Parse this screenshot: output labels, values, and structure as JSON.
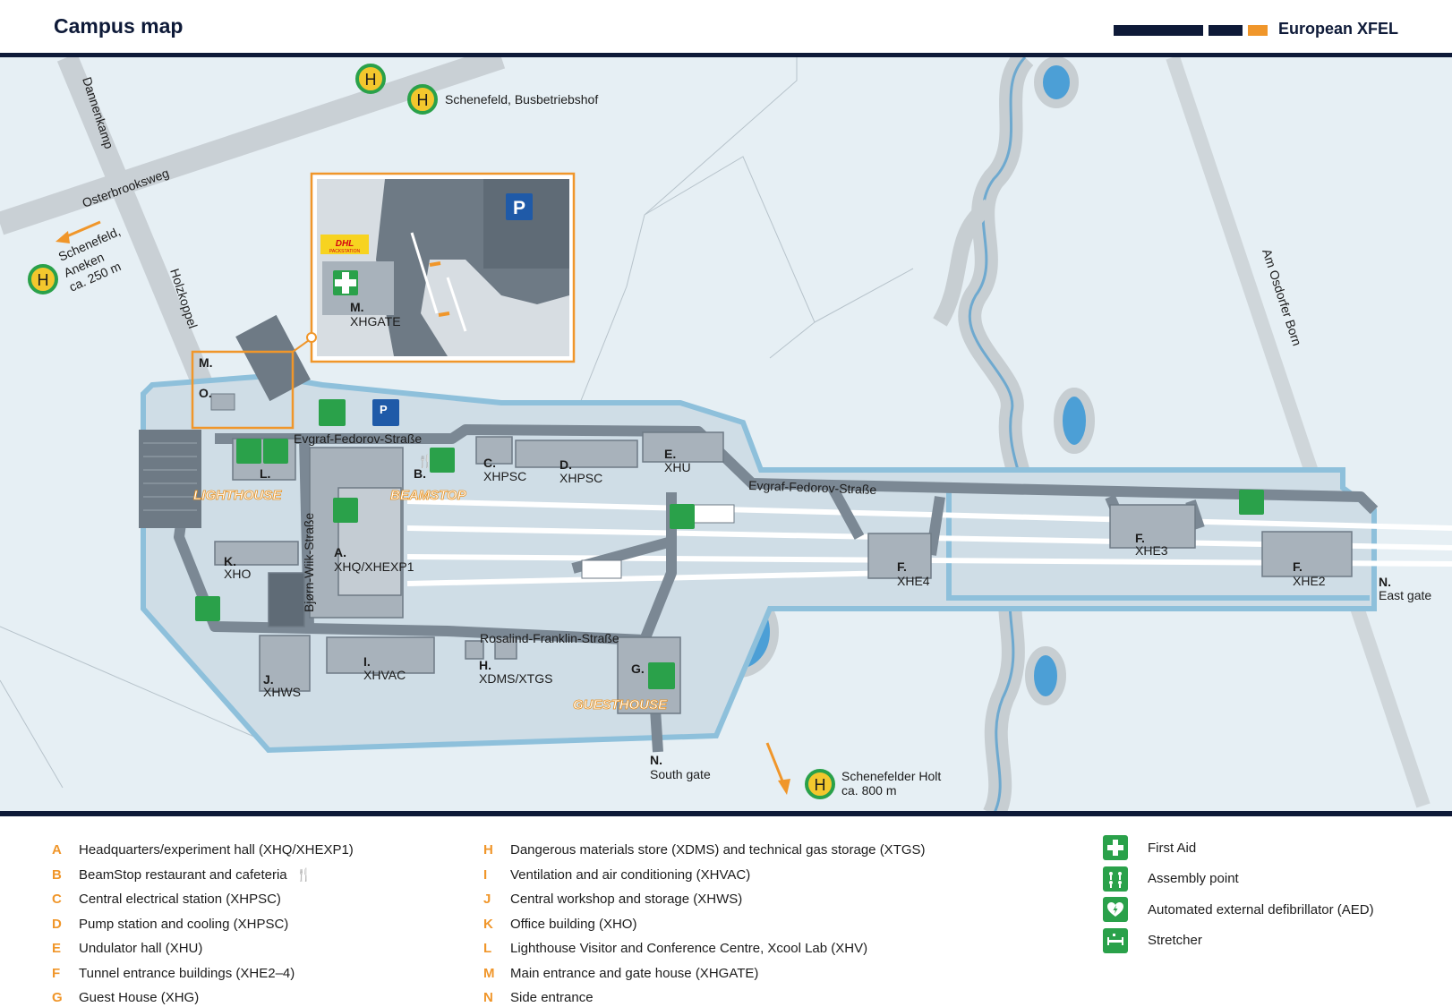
{
  "header": {
    "title": "Campus map",
    "brand": "European XFEL",
    "colors": {
      "navy": "#0e1a38",
      "orange": "#f0962a"
    }
  },
  "map": {
    "roads": {
      "dannenkamp": "Dannenkamp",
      "osterbrooksweg": "Osterbrooksweg",
      "holzkoppel": "Holzkoppel",
      "evgraf_west": "Evgraf-Fedorov-Straße",
      "evgraf_east": "Evgraf-Fedorov-Straße",
      "bjorn": "Bjørn-Wiik-Straße",
      "rosalind": "Rosalind-Franklin-Straße",
      "osdorfer": "Am Osdorfer Born"
    },
    "bus_stops": {
      "busbetriebshof": "Schenefeld, Busbetriebshof",
      "aneken_1": "Schenefeld,",
      "aneken_2": "Aneken",
      "aneken_3": "ca. 250 m",
      "holt_1": "Schenefelder Holt",
      "holt_2": "ca. 800 m",
      "bus_symbol": "H"
    },
    "inset": {
      "dhl_brand": "DHL",
      "dhl_sub": "PACKSTATION",
      "parking_symbol": "P",
      "label_letter": "M.",
      "label_code": "XHGATE"
    },
    "buildings": {
      "A": {
        "letter": "A.",
        "code": "XHQ/XHEXP1"
      },
      "B": {
        "letter": "B.",
        "code": ""
      },
      "C": {
        "letter": "C.",
        "code": "XHPSC"
      },
      "D": {
        "letter": "D.",
        "code": "XHPSC"
      },
      "E": {
        "letter": "E.",
        "code": "XHU"
      },
      "F1": {
        "letter": "F.",
        "code": "XHE4"
      },
      "F2": {
        "letter": "F.",
        "code": "XHE3"
      },
      "F3": {
        "letter": "F.",
        "code": "XHE2"
      },
      "G": {
        "letter": "G.",
        "code": ""
      },
      "H": {
        "letter": "H.",
        "code": "XDMS/XTGS"
      },
      "I": {
        "letter": "I.",
        "code": "XHVAC"
      },
      "J": {
        "letter": "J.",
        "code": "XHWS"
      },
      "K": {
        "letter": "K.",
        "code": "XHO"
      },
      "L": {
        "letter": "L.",
        "code": ""
      },
      "M": {
        "letter": "M.",
        "code": ""
      },
      "N_east": {
        "letter": "N.",
        "code": "East gate"
      },
      "N_south": {
        "letter": "N.",
        "code": "South gate"
      },
      "O": {
        "letter": "O.",
        "code": ""
      }
    },
    "brand_labels": {
      "lighthouse": "LIGHTHOUSE",
      "beamstop": "BEAMSTOP",
      "guesthouse": "GUESTHOUSE"
    },
    "parking_label": "P"
  },
  "legend": {
    "col1": [
      {
        "letter": "A",
        "label": "Headquarters/experiment hall (XHQ/XHEXP1)"
      },
      {
        "letter": "B",
        "label": "BeamStop restaurant and cafeteria",
        "icon": "fork-knife-icon"
      },
      {
        "letter": "C",
        "label": "Central electrical station (XHPSC)"
      },
      {
        "letter": "D",
        "label": "Pump station and cooling (XHPSC)"
      },
      {
        "letter": "E",
        "label": "Undulator hall (XHU)"
      },
      {
        "letter": "F",
        "label": "Tunnel entrance buildings (XHE2–4)"
      },
      {
        "letter": "G",
        "label": "Guest House (XHG)"
      }
    ],
    "col2": [
      {
        "letter": "H",
        "label": "Dangerous materials store (XDMS) and technical gas storage (XTGS)"
      },
      {
        "letter": "I",
        "label": "Ventilation and air conditioning (XHVAC)"
      },
      {
        "letter": "J",
        "label": "Central workshop and storage (XHWS)"
      },
      {
        "letter": "K",
        "label": "Office building (XHO)"
      },
      {
        "letter": "L",
        "label": "Lighthouse Visitor and Conference Centre, Xcool Lab (XHV)"
      },
      {
        "letter": "M",
        "label": "Main entrance and gate house (XHGATE)"
      },
      {
        "letter": "N",
        "label": "Side entrance"
      }
    ],
    "symbols": [
      {
        "icon": "first-aid-icon",
        "label": "First Aid"
      },
      {
        "icon": "assembly-point-icon",
        "label": "Assembly point"
      },
      {
        "icon": "aed-icon",
        "label": "Automated external defibrillator (AED)"
      },
      {
        "icon": "stretcher-icon",
        "label": "Stretcher"
      }
    ],
    "symbol_color": "#2aa14a"
  }
}
